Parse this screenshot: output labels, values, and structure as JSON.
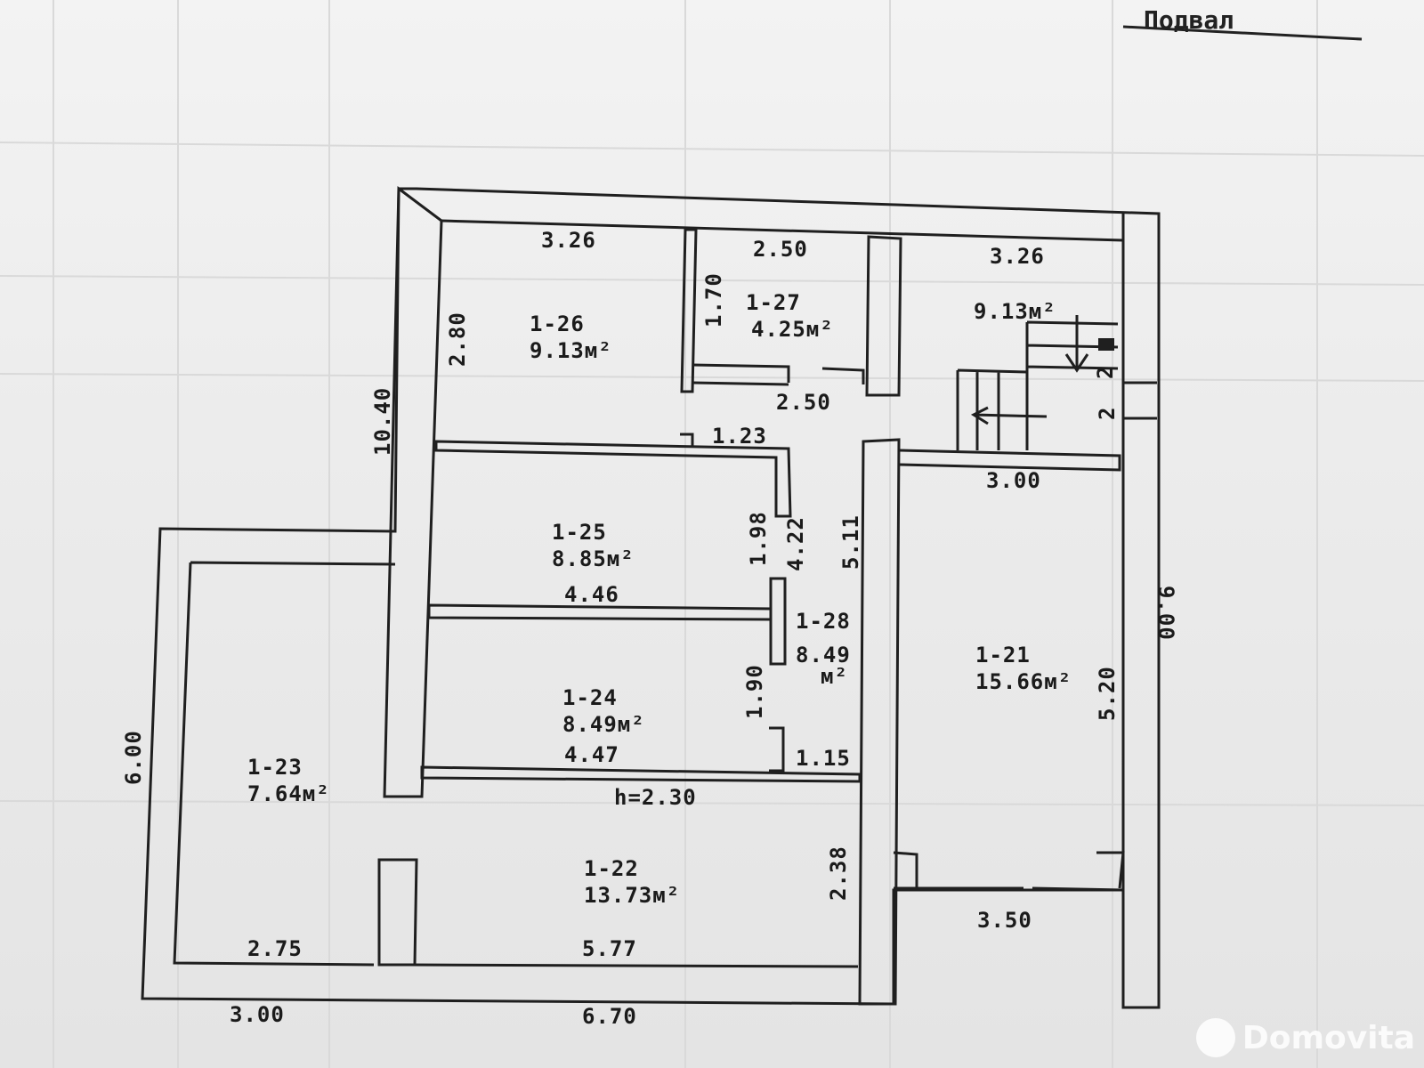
{
  "title": "Подвал",
  "watermark": "Domovita",
  "rooms": {
    "r21": {
      "id": "1-21",
      "area": "15.66м²"
    },
    "r22": {
      "id": "1-22",
      "area": "13.73м²"
    },
    "r23": {
      "id": "1-23",
      "area": "7.64м²"
    },
    "r24": {
      "id": "1-24",
      "area": "8.49м²"
    },
    "r25": {
      "id": "1-25",
      "area": "8.85м²"
    },
    "r26": {
      "id": "1-26",
      "area": "9.13м²"
    },
    "r27": {
      "id": "1-27",
      "area": "4.25м²"
    },
    "r28": {
      "id": "1-28",
      "area": "8.49",
      "unit": "м²"
    },
    "stair": {
      "area": "9.13м²"
    }
  },
  "dims": {
    "top_left": "3.26",
    "top_mid": "2.50",
    "top_right": "3.26",
    "door_27": "2.50",
    "d_123": "1.23",
    "d_300_mid": "3.00",
    "d_446": "4.46",
    "d_447": "4.47",
    "d_115": "1.15",
    "height": "h=2.30",
    "d_577": "5.77",
    "d_275": "2.75",
    "d_350": "3.50",
    "bottom_left": "3.00",
    "bottom_mid": "6.70",
    "v_1040": "10.40",
    "v_280": "2.80",
    "v_170": "1.70",
    "v_198": "1.98",
    "v_422": "4.22",
    "v_511": "5.11",
    "v_190": "1.90",
    "v_600": "6.00",
    "v_238": "2.38",
    "v_900": "9.00",
    "v_520": "5.20",
    "v_stair1": "2",
    "v_stair2": "2"
  }
}
